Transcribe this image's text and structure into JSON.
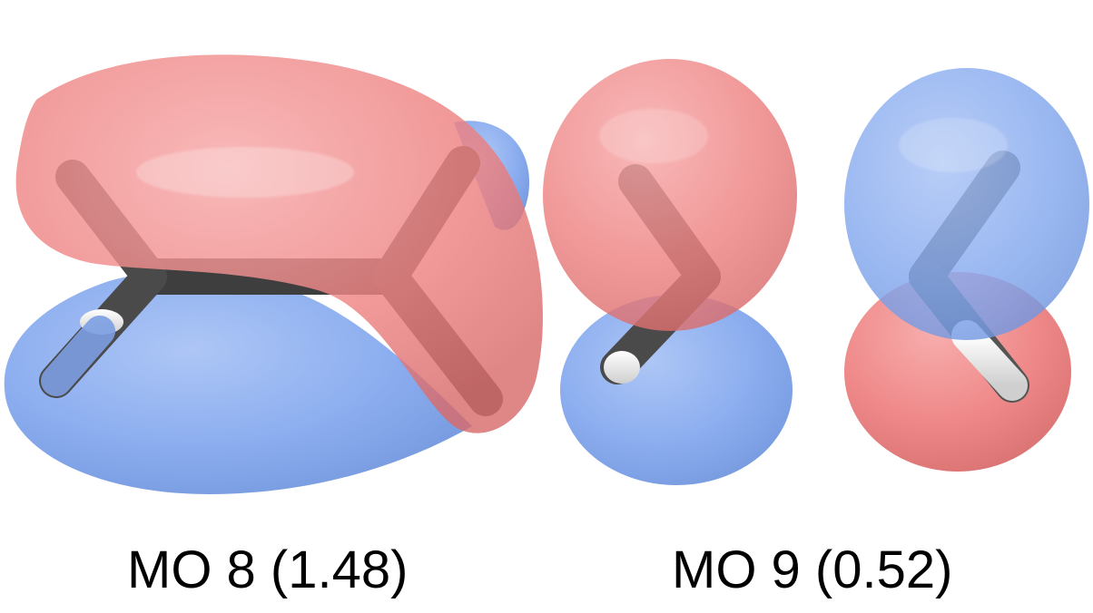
{
  "panels": [
    {
      "label": "MO 8 (1.48)"
    },
    {
      "label": "MO 9 (0.52)"
    }
  ],
  "colors": {
    "positive_lobe": "#f08282",
    "negative_lobe": "#7fa6ee",
    "carbon": "#555555",
    "hydrogen": "#f2f2f2",
    "background": "#ffffff"
  },
  "icons": [
    "ethylene-molecule-model",
    "orbital-lobe-red",
    "orbital-lobe-blue"
  ]
}
